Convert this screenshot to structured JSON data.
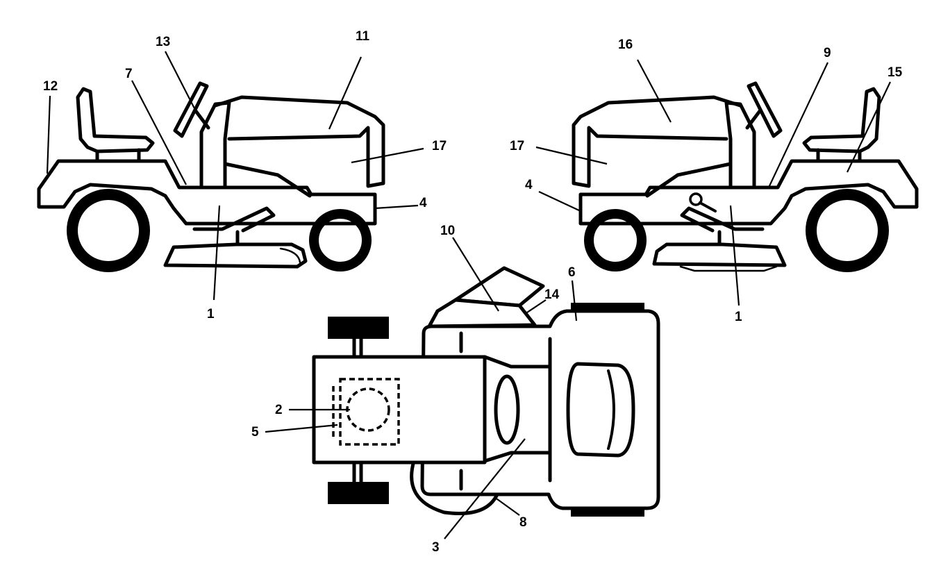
{
  "diagram": {
    "callouts": [
      {
        "id": "c12",
        "text": "12"
      },
      {
        "id": "c13",
        "text": "13"
      },
      {
        "id": "c7a",
        "text": "7"
      },
      {
        "id": "c11",
        "text": "11"
      },
      {
        "id": "c17a",
        "text": "17"
      },
      {
        "id": "c4a",
        "text": "4"
      },
      {
        "id": "c1a",
        "text": "1"
      },
      {
        "id": "c16",
        "text": "16"
      },
      {
        "id": "c9",
        "text": "9"
      },
      {
        "id": "c15",
        "text": "15"
      },
      {
        "id": "c17b",
        "text": "17"
      },
      {
        "id": "c4b",
        "text": "4"
      },
      {
        "id": "c1b",
        "text": "1"
      },
      {
        "id": "c10",
        "text": "10"
      },
      {
        "id": "c14",
        "text": "14"
      },
      {
        "id": "c6",
        "text": "6"
      },
      {
        "id": "c2",
        "text": "2"
      },
      {
        "id": "c5",
        "text": "5"
      },
      {
        "id": "c3",
        "text": "3"
      },
      {
        "id": "c8",
        "text": "8"
      }
    ]
  }
}
